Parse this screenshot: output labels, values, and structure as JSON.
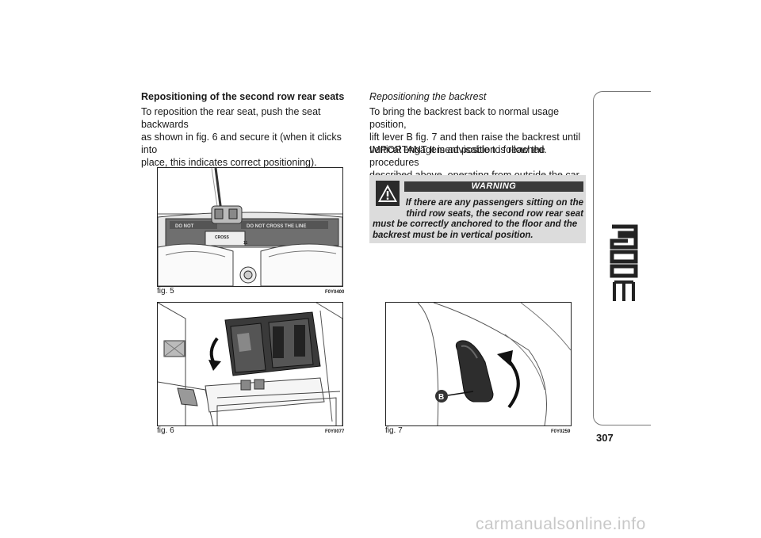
{
  "left_column": {
    "heading": "Repositioning of the second row rear seats",
    "paragraph_lines": [
      "To reposition the rear seat, push the seat backwards",
      "as shown in fig. 6 and secure it (when it clicks into",
      "place, this indicates correct positioning)."
    ]
  },
  "right_column": {
    "subheading": "Repositioning the backrest",
    "paragraph1_lines": [
      "To bring the backrest back to normal usage position,",
      "lift lever B fig. 7 and then raise the backrest until",
      "vertical engagement position is reached."
    ],
    "paragraph2_lines": [
      "IMPORTANT It is advisable to follow the procedures",
      "described above, operating from outside the car."
    ],
    "warning": {
      "title": "WARNING",
      "lines_indented": [
        "If there are any passengers sitting on the",
        "third row seats, the second row rear seat"
      ],
      "lines_full": [
        "must be correctly anchored to the floor and the",
        "backrest must be in vertical position."
      ]
    }
  },
  "figures": {
    "fig5": {
      "label": "fig. 5",
      "code": "F0Y0400",
      "sticker_left": "DO NOT",
      "sticker_left_2": "CROSS",
      "sticker_right": "DO NOT CROSS THE LINE",
      "marker": "11"
    },
    "fig6": {
      "label": "fig. 6",
      "code": "F0Y0077"
    },
    "fig7": {
      "label": "fig. 7",
      "code": "F0Y0259",
      "callout": "B"
    }
  },
  "side_tab": {
    "logo_text": "500L MPW"
  },
  "page_number": "307",
  "watermark": "carmanualsonline.info"
}
